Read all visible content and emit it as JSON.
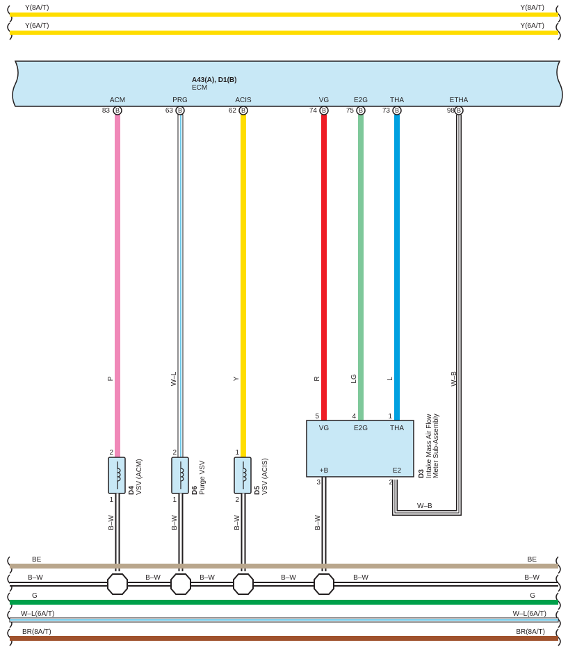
{
  "ecm": {
    "connector_label": "A43(A), D1(B)",
    "name": "ECM",
    "fill": "#c8e8f6",
    "pins": [
      {
        "terminal": "ACM",
        "number": "83",
        "connector": "B",
        "wire": "P",
        "color": "#f088b8"
      },
      {
        "terminal": "PRG",
        "number": "63",
        "connector": "B",
        "wire": "W–L",
        "color": "#6ec8e8"
      },
      {
        "terminal": "ACIS",
        "number": "62",
        "connector": "B",
        "wire": "Y",
        "color": "#ffdd00"
      },
      {
        "terminal": "VG",
        "number": "74",
        "connector": "B",
        "wire": "R",
        "color": "#ee1c25"
      },
      {
        "terminal": "E2G",
        "number": "75",
        "connector": "B",
        "wire": "LG",
        "color": "#7ec89a"
      },
      {
        "terminal": "THA",
        "number": "73",
        "connector": "B",
        "wire": "L",
        "color": "#00a0e0"
      },
      {
        "terminal": "ETHA",
        "number": "98",
        "connector": "B",
        "wire": "W–B",
        "color": "#ffffff"
      }
    ]
  },
  "top_buses": [
    {
      "label_left": "Y(8A/T)",
      "label_right": "Y(8A/T)",
      "color": "#ffdd00"
    },
    {
      "label_left": "Y(6A/T)",
      "label_right": "Y(6A/T)",
      "color": "#ffdd00"
    }
  ],
  "vsv_components": [
    {
      "code": "D4",
      "name": "VSV (ACM)",
      "pin_top": "2",
      "pin_bottom": "1",
      "ground_wire": "B–W"
    },
    {
      "code": "D6",
      "name": "Purge VSV",
      "pin_top": "2",
      "pin_bottom": "1",
      "ground_wire": "B–W"
    },
    {
      "code": "D5",
      "name": "VSV (ACIS)",
      "pin_top": "1",
      "pin_bottom": "2",
      "ground_wire": "B–W"
    }
  ],
  "maf": {
    "code": "D3",
    "name_line1": "Intake Mass Air Flow",
    "name_line2": "Meter Sub-Assembly",
    "pins": [
      {
        "label": "VG",
        "number": "5"
      },
      {
        "label": "E2G",
        "number": "4"
      },
      {
        "label": "THA",
        "number": "1"
      },
      {
        "label": "+B",
        "number": "3"
      },
      {
        "label": "E2",
        "number": "2"
      }
    ],
    "plus_b_wire": "B–W",
    "e2_wire": "W–B"
  },
  "bottom_buses": [
    {
      "label_left": "BE",
      "label_right": "BE",
      "color": "#b9a68c"
    },
    {
      "label_left": "B–W",
      "label_right": "B–W",
      "color": "#231f20"
    },
    {
      "label_left": "G",
      "label_right": "G",
      "color": "#00a04a"
    },
    {
      "label_left": "W–L(6A/T)",
      "label_right": "W–L(6A/T)",
      "color": "#6ec8e8"
    },
    {
      "label_left": "BR(8A/T)",
      "label_right": "BR(8A/T)",
      "color": "#a0522d"
    }
  ],
  "bw_segment_labels": [
    "B–W",
    "B–W",
    "B–W",
    "B–W"
  ]
}
